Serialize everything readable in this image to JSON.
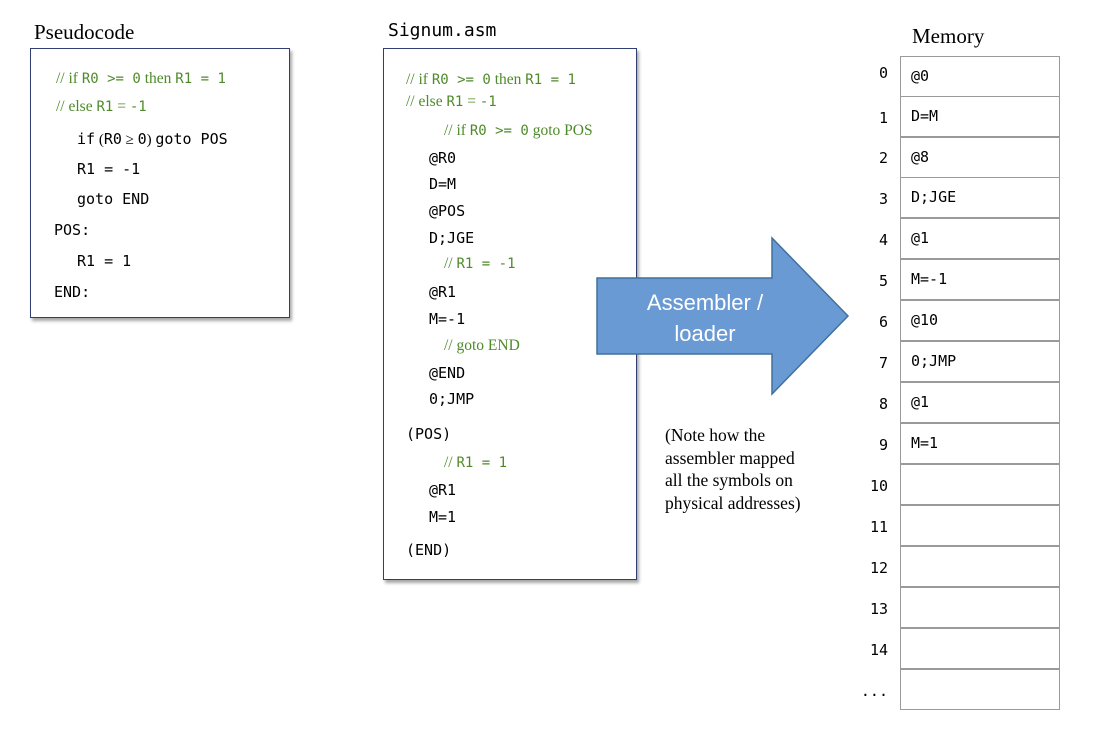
{
  "pseudocode": {
    "title": "Pseudocode",
    "comment1_pre": "// if ",
    "comment1_code": "R0 >= 0",
    "comment1_mid": " then ",
    "comment1_code2": "R1 = 1",
    "comment2_pre": "// else ",
    "comment2_code": "R1",
    "comment2_mid": " = ",
    "comment2_code2": "-1",
    "if_kw": "if",
    "if_paren_open": " (",
    "if_r0": "R0",
    "if_ge": " ≥ ",
    "if_zero": "0",
    "if_paren_close": ") ",
    "if_goto": "goto",
    "if_pos": " POS",
    "line_r1_neg": "R1 = -1",
    "line_goto_end": "goto END",
    "label_pos": "POS:",
    "line_r1_one": "R1  = 1",
    "label_end": "END:"
  },
  "signum": {
    "title": "Signum.asm",
    "c1_pre": "// if ",
    "c1_code": "R0 >= 0",
    "c1_mid": " then ",
    "c1_code2": "R1 = 1",
    "c2_pre": "// else ",
    "c2_code": "R1",
    "c2_mid": " = ",
    "c2_code2": "-1",
    "c3_pre": "// if ",
    "c3_code": "R0 >= 0",
    "c3_post": " goto POS",
    "i1": "@R0",
    "i2": "D=M",
    "i3": "@POS",
    "i4": "D;JGE",
    "c4_pre": "// ",
    "c4_code": "R1 = -1",
    "i5": "@R1",
    "i6": "M=-1",
    "c5": "// goto END",
    "i7": "@END",
    "i8": "0;JMP",
    "label_pos": "(POS)",
    "c6_pre": "// ",
    "c6_code": "R1  = 1",
    "i9": "@R1",
    "i10": "M=1",
    "label_end": "(END)"
  },
  "arrow": {
    "label_line1": "Assembler /",
    "label_line2": "loader",
    "fill": "#6a9ad3",
    "border": "#41719c"
  },
  "note": {
    "line1": "(Note how the",
    "line2": "assembler mapped",
    "line3": "all the symbols on",
    "line4": "physical addresses)"
  },
  "memory": {
    "title": "Memory",
    "rows": [
      {
        "addr": "0",
        "value": "@0"
      },
      {
        "addr": "1",
        "value": "D=M"
      },
      {
        "addr": "2",
        "value": "@8"
      },
      {
        "addr": "3",
        "value": "D;JGE"
      },
      {
        "addr": "4",
        "value": "@1"
      },
      {
        "addr": "5",
        "value": "M=-1"
      },
      {
        "addr": "6",
        "value": "@10"
      },
      {
        "addr": "7",
        "value": "0;JMP"
      },
      {
        "addr": "8",
        "value": "@1"
      },
      {
        "addr": "9",
        "value": "M=1"
      },
      {
        "addr": "10",
        "value": ""
      },
      {
        "addr": "11",
        "value": ""
      },
      {
        "addr": "12",
        "value": ""
      },
      {
        "addr": "13",
        "value": ""
      },
      {
        "addr": "14",
        "value": ""
      },
      {
        "addr": "...",
        "value": ""
      }
    ]
  }
}
